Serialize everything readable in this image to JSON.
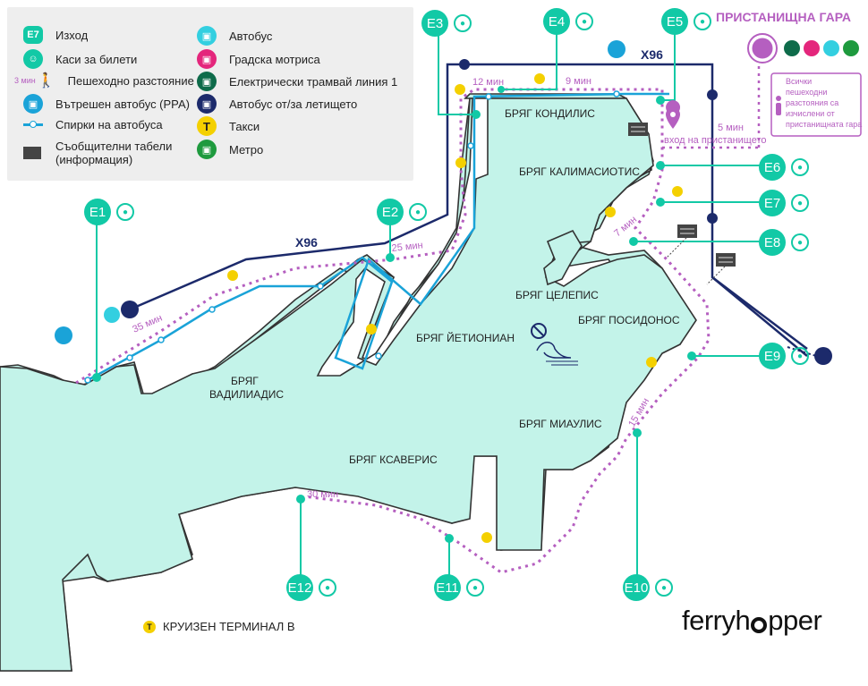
{
  "legend": {
    "items": [
      {
        "key": "exit",
        "badge": "E7",
        "label": "Изход",
        "color": "#12c9a6"
      },
      {
        "key": "tickets",
        "label": "Каси за билети",
        "color": "#12c9a6"
      },
      {
        "key": "walk",
        "badge": "3 мин",
        "label": "Пешеходно разстояние",
        "color": "#b55fc0"
      },
      {
        "key": "inner_bus",
        "label": "Вътрешен автобус (РРА)",
        "color": "#1aa3d8"
      },
      {
        "key": "bus_stops",
        "label": "Спирки на автобуса",
        "color": "#1aa3d8"
      },
      {
        "key": "info_boards",
        "label": "Съобщителни табели (информация)",
        "color": "#444444"
      },
      {
        "key": "bus",
        "label": "Автобус",
        "color": "#33cfe0"
      },
      {
        "key": "suburban",
        "label": "Градска мотриса",
        "color": "#e4267c"
      },
      {
        "key": "tram",
        "label": "Електрически трамвай линия 1",
        "color": "#0e6b4a"
      },
      {
        "key": "airport_bus",
        "label": "Автобус от/за летището",
        "color": "#1c2a6b"
      },
      {
        "key": "taxi",
        "badge": "Т",
        "label": "Такси",
        "color": "#f4d000"
      },
      {
        "key": "metro",
        "label": "Метро",
        "color": "#1e9a3e"
      }
    ]
  },
  "station": {
    "title": "ПРИСТАНИЩНА ГАРА",
    "note": "Всички пешеходни разстояния са изчислени от пристанищната гара",
    "entrance": "вход на пристанището",
    "color": "#b55fc0"
  },
  "bus_line": "X96",
  "exits": [
    {
      "id": "E1"
    },
    {
      "id": "E2"
    },
    {
      "id": "E3"
    },
    {
      "id": "E4"
    },
    {
      "id": "E5"
    },
    {
      "id": "E6"
    },
    {
      "id": "E7"
    },
    {
      "id": "E8"
    },
    {
      "id": "E9"
    },
    {
      "id": "E10"
    },
    {
      "id": "E11"
    },
    {
      "id": "E12"
    }
  ],
  "walk_times": [
    "35 мин",
    "25 мин",
    "12 мин",
    "9 мин",
    "5 мин",
    "7 мин",
    "15 мин",
    "30 мин"
  ],
  "quays": [
    "БРЯГ КОНДИЛИС",
    "БРЯГ КАЛИМАСИОТИС",
    "БРЯГ ЦЕЛЕПИС",
    "БРЯГ ПОСИДОНОС",
    "БРЯГ ЙЕТИОНИАН",
    "БРЯГ ВАДИЛИАДИС",
    "БРЯГ МИАУЛИС",
    "БРЯГ КСАВЕРИС"
  ],
  "terminal": {
    "badge": "Т",
    "label": "КРУИЗЕН ТЕРМИНАЛ В"
  },
  "brand": {
    "text_left": "ferryh",
    "text_right": "pper"
  },
  "colors": {
    "land": "#c3f3e9",
    "exit": "#12c9a6",
    "walk": "#b55fc0",
    "inner_bus": "#1aa3d8",
    "airport_bus": "#1c2a6b",
    "taxi": "#f4d000"
  }
}
